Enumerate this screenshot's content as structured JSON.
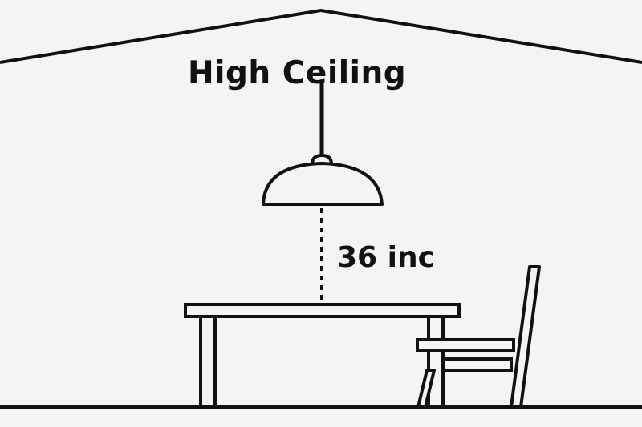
{
  "title": "High Ceiling",
  "measurement_label": "36 inc",
  "colors": {
    "background": "#f4f4f2",
    "ink": "#111111"
  },
  "icons": [
    "roof-outline",
    "pendant-lamp-icon",
    "table-icon",
    "chair-icon"
  ]
}
